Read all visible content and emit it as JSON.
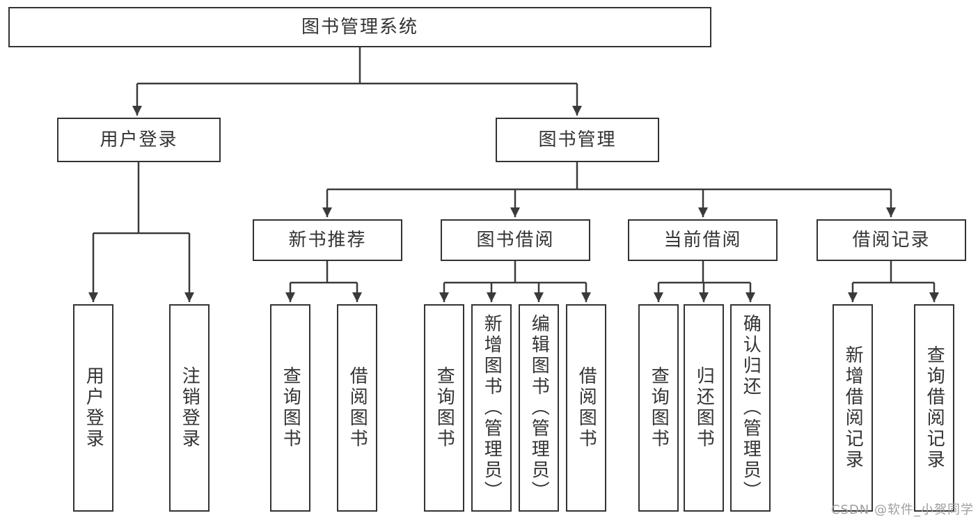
{
  "diagram": {
    "type": "tree",
    "orientation": "top-down"
  },
  "colors": {
    "background": "#ffffff",
    "box_border": "#333333",
    "connector_line": "#3a3a3a",
    "text": "#333333",
    "watermark": "#9e9e9e"
  },
  "tree": {
    "root": {
      "label": "图书管理系统",
      "children": [
        {
          "label": "用户登录",
          "children": [
            {
              "label": "用户登录"
            },
            {
              "label": "注销登录"
            }
          ]
        },
        {
          "label": "图书管理",
          "children": [
            {
              "label": "新书推荐",
              "children": [
                {
                  "label": "查询图书"
                },
                {
                  "label": "借阅图书"
                }
              ]
            },
            {
              "label": "图书借阅",
              "children": [
                {
                  "label": "查询图书"
                },
                {
                  "label": "新增图书（管理员）"
                },
                {
                  "label": "编辑图书（管理员）"
                },
                {
                  "label": "借阅图书"
                }
              ]
            },
            {
              "label": "当前借阅",
              "children": [
                {
                  "label": "查询图书"
                },
                {
                  "label": "归还图书"
                },
                {
                  "label": "确认归还（管理员）"
                }
              ]
            },
            {
              "label": "借阅记录",
              "children": [
                {
                  "label": "新增借阅记录"
                },
                {
                  "label": "查询借阅记录"
                }
              ]
            }
          ]
        }
      ]
    }
  },
  "watermark": {
    "text": "CSDN @软件_小贺同学"
  }
}
